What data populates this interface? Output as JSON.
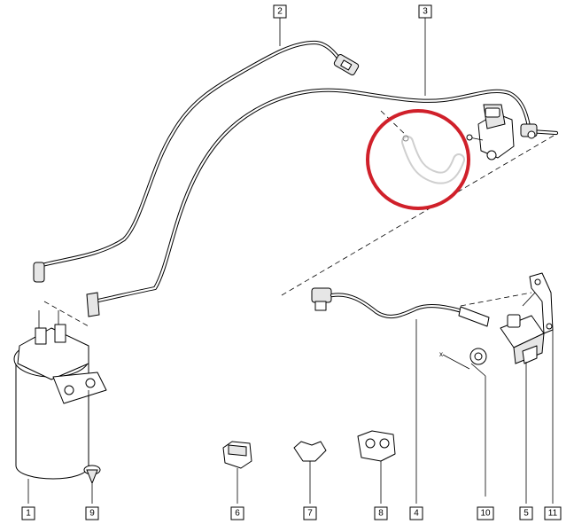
{
  "highlight_color": "#d0202a",
  "callouts": {
    "c1": "1",
    "c2": "2",
    "c3": "3",
    "c4": "4",
    "c5": "5",
    "c6": "6",
    "c7": "7",
    "c8": "8",
    "c9": "9",
    "c10": "10",
    "c11": "11"
  },
  "axis_marker": "x"
}
